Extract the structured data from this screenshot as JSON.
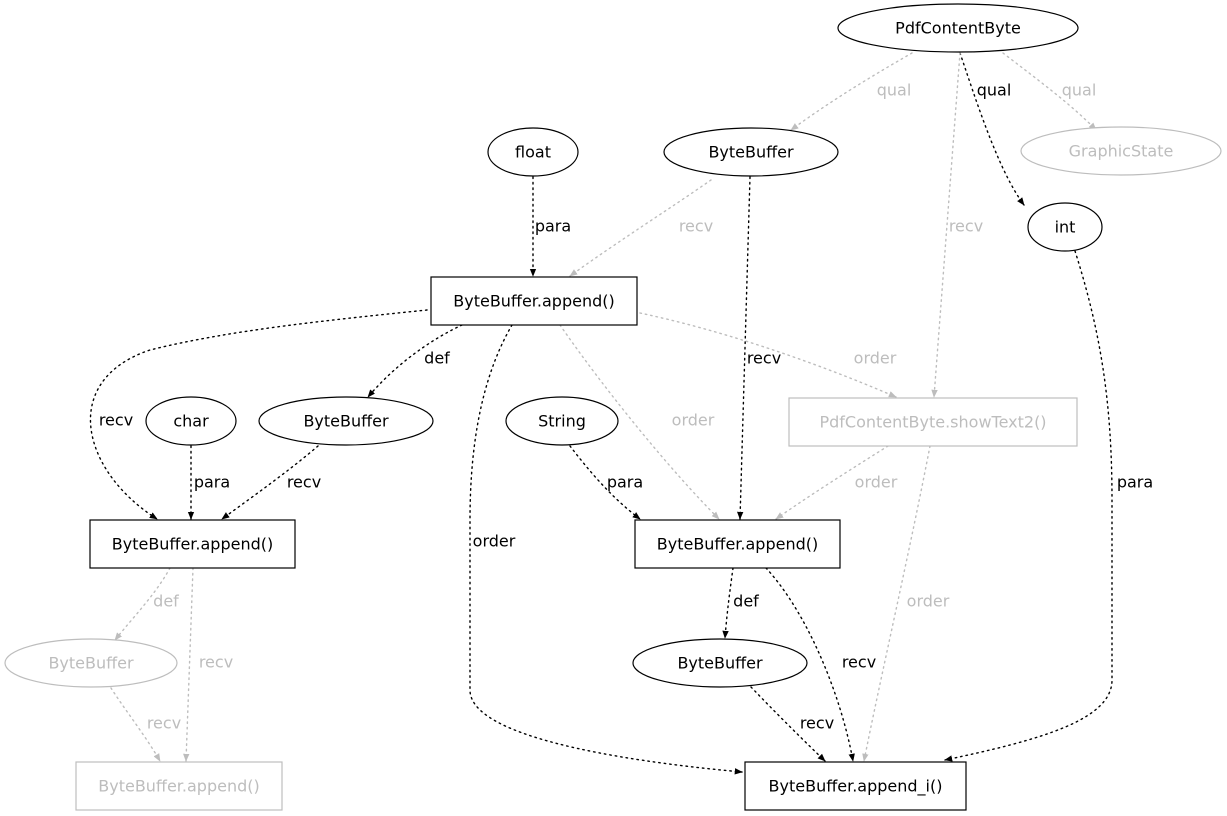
{
  "colors": {
    "active": "#000000",
    "faded": "#bdbdbd",
    "background": "#ffffff"
  },
  "nodes": {
    "pcb": {
      "label": "PdfContentByte",
      "shape": "ellipse",
      "faded": false
    },
    "gs": {
      "label": "GraphicState",
      "shape": "ellipse",
      "faded": true
    },
    "bb_q": {
      "label": "ByteBuffer",
      "shape": "ellipse",
      "faded": false
    },
    "float": {
      "label": "float",
      "shape": "ellipse",
      "faded": false
    },
    "int": {
      "label": "int",
      "shape": "ellipse",
      "faded": false
    },
    "app1": {
      "label": "ByteBuffer.append()",
      "shape": "box",
      "faded": false
    },
    "char": {
      "label": "char",
      "shape": "ellipse",
      "faded": false
    },
    "bb_def": {
      "label": "ByteBuffer",
      "shape": "ellipse",
      "faded": false
    },
    "string": {
      "label": "String",
      "shape": "ellipse",
      "faded": false
    },
    "showtext": {
      "label": "PdfContentByte.showText2()",
      "shape": "box",
      "faded": true
    },
    "app2": {
      "label": "ByteBuffer.append()",
      "shape": "box",
      "faded": false
    },
    "app3": {
      "label": "ByteBuffer.append()",
      "shape": "box",
      "faded": false
    },
    "bb_f": {
      "label": "ByteBuffer",
      "shape": "ellipse",
      "faded": true
    },
    "bb_d3": {
      "label": "ByteBuffer",
      "shape": "ellipse",
      "faded": false
    },
    "app_f": {
      "label": "ByteBuffer.append()",
      "shape": "box",
      "faded": true
    },
    "appi": {
      "label": "ByteBuffer.append_i()",
      "shape": "box",
      "faded": false
    }
  },
  "edges": {
    "e01": {
      "label": "qual",
      "faded": true
    },
    "e02": {
      "label": "qual",
      "faded": false
    },
    "e03": {
      "label": "qual",
      "faded": true
    },
    "e04": {
      "label": "recv",
      "faded": true
    },
    "e05": {
      "label": "para",
      "faded": false
    },
    "e06": {
      "label": "recv",
      "faded": true
    },
    "e07": {
      "label": "recv",
      "faded": false
    },
    "e08": {
      "label": "para",
      "faded": false
    },
    "e09": {
      "label": "recv",
      "faded": false
    },
    "e10": {
      "label": "def",
      "faded": false
    },
    "e11": {
      "label": "order",
      "faded": false
    },
    "e12": {
      "label": "order",
      "faded": true
    },
    "e13": {
      "label": "order",
      "faded": true
    },
    "e14": {
      "label": "para",
      "faded": false
    },
    "e15": {
      "label": "recv",
      "faded": false
    },
    "e16": {
      "label": "para",
      "faded": false
    },
    "e17": {
      "label": "recv",
      "faded": false
    },
    "e18": {
      "label": "order",
      "faded": true
    },
    "e19": {
      "label": "order",
      "faded": true
    },
    "e20": {
      "label": "def",
      "faded": true
    },
    "e21": {
      "label": "recv",
      "faded": true
    },
    "e22": {
      "label": "recv",
      "faded": true
    },
    "e23": {
      "label": "def",
      "faded": false
    },
    "e24": {
      "label": "recv",
      "faded": false
    },
    "e25": {
      "label": "recv",
      "faded": false
    }
  }
}
